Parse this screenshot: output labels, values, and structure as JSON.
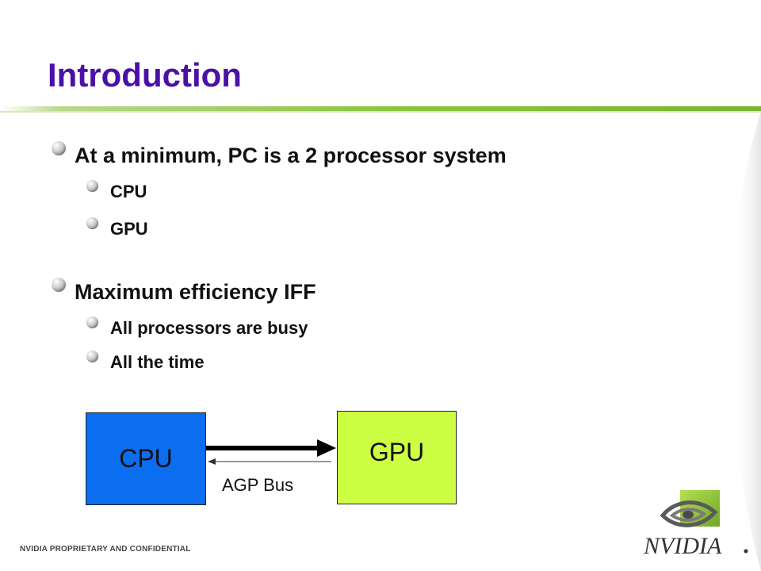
{
  "slide": {
    "title": "Introduction",
    "bullets": [
      {
        "text": "At a minimum, PC is a 2 processor system",
        "level": 1
      },
      {
        "text": "CPU",
        "level": 2
      },
      {
        "text": "GPU",
        "level": 2
      },
      {
        "text": "Maximum efficiency IFF",
        "level": 1
      },
      {
        "text": "All processors are busy",
        "level": 2
      },
      {
        "text": "All the time",
        "level": 2
      }
    ]
  },
  "diagram": {
    "cpu_label": "CPU",
    "gpu_label": "GPU",
    "bus_label": "AGP Bus",
    "cpu_color": "#0b6df0",
    "gpu_color": "#ccff44"
  },
  "footer": {
    "confidential": "NVIDIA PROPRIETARY AND CONFIDENTIAL",
    "logo_text": "NVIDIA"
  },
  "colors": {
    "title": "#4b10a8",
    "accent_green": "#8cc63f"
  },
  "icons": [
    "bullet-sphere-icon",
    "nvidia-eye-logo-icon",
    "arrow-right-icon",
    "arrow-left-icon"
  ]
}
